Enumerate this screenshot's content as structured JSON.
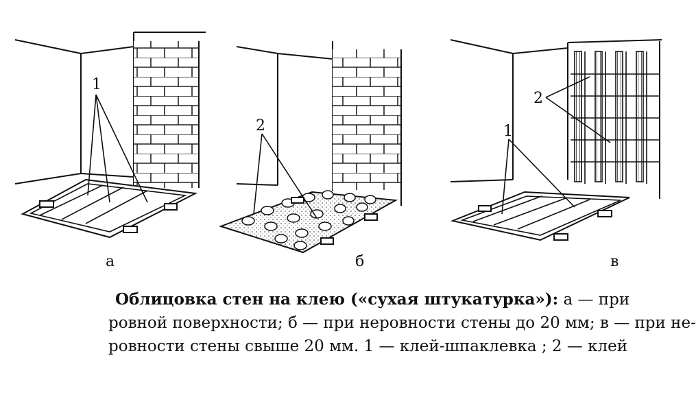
{
  "panels": [
    {
      "id": "a",
      "label": "а",
      "callouts": [
        "1"
      ]
    },
    {
      "id": "b",
      "label": "б",
      "callouts": [
        "2"
      ]
    },
    {
      "id": "v",
      "label": "в",
      "callouts": [
        "2",
        "1"
      ]
    }
  ],
  "caption": {
    "title": "Облицовка стен на клею («сухая штукатурка»):",
    "line1_rest": " а — при",
    "line2": "ровной поверхности; б — при неровности стены до 20 мм; в — при не-",
    "line3": "ровности стены свыше 20 мм. 1 — клей-шпаклевка ; 2 — клей"
  },
  "colors": {
    "ink": "#111111",
    "paper": "#ffffff"
  }
}
